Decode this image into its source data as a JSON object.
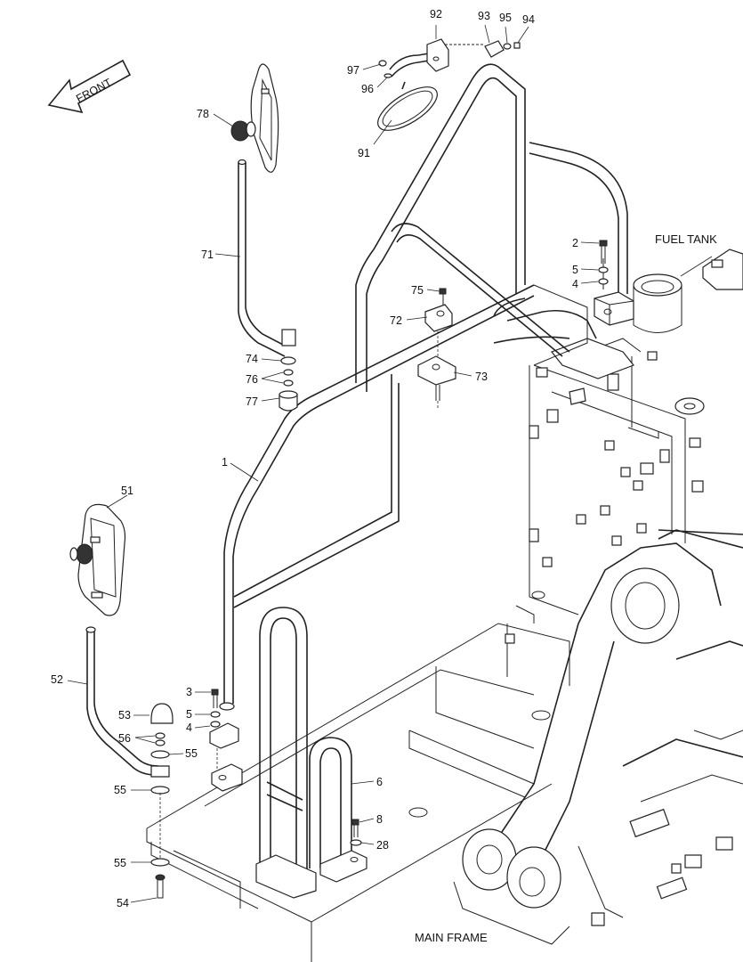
{
  "diagram": {
    "front_label": "FRONT",
    "fuel_tank_label": "FUEL TANK",
    "main_frame_label": "MAIN FRAME",
    "part_labels": [
      {
        "id": "92",
        "text": "92"
      },
      {
        "id": "93",
        "text": "93"
      },
      {
        "id": "95",
        "text": "95"
      },
      {
        "id": "94",
        "text": "94"
      },
      {
        "id": "97",
        "text": "97"
      },
      {
        "id": "96",
        "text": "96"
      },
      {
        "id": "91",
        "text": "91"
      },
      {
        "id": "78",
        "text": "78"
      },
      {
        "id": "71",
        "text": "71"
      },
      {
        "id": "2",
        "text": "2"
      },
      {
        "id": "5a",
        "text": "5"
      },
      {
        "id": "4a",
        "text": "4"
      },
      {
        "id": "75",
        "text": "75"
      },
      {
        "id": "72",
        "text": "72"
      },
      {
        "id": "73",
        "text": "73"
      },
      {
        "id": "74",
        "text": "74"
      },
      {
        "id": "76",
        "text": "76"
      },
      {
        "id": "77",
        "text": "77"
      },
      {
        "id": "1",
        "text": "1"
      },
      {
        "id": "51",
        "text": "51"
      },
      {
        "id": "52",
        "text": "52"
      },
      {
        "id": "3",
        "text": "3"
      },
      {
        "id": "5b",
        "text": "5"
      },
      {
        "id": "4b",
        "text": "4"
      },
      {
        "id": "53",
        "text": "53"
      },
      {
        "id": "56",
        "text": "56"
      },
      {
        "id": "55a",
        "text": "55"
      },
      {
        "id": "55b",
        "text": "55"
      },
      {
        "id": "55c",
        "text": "55"
      },
      {
        "id": "54",
        "text": "54"
      },
      {
        "id": "6",
        "text": "6"
      },
      {
        "id": "8",
        "text": "8"
      },
      {
        "id": "28",
        "text": "28"
      }
    ]
  }
}
